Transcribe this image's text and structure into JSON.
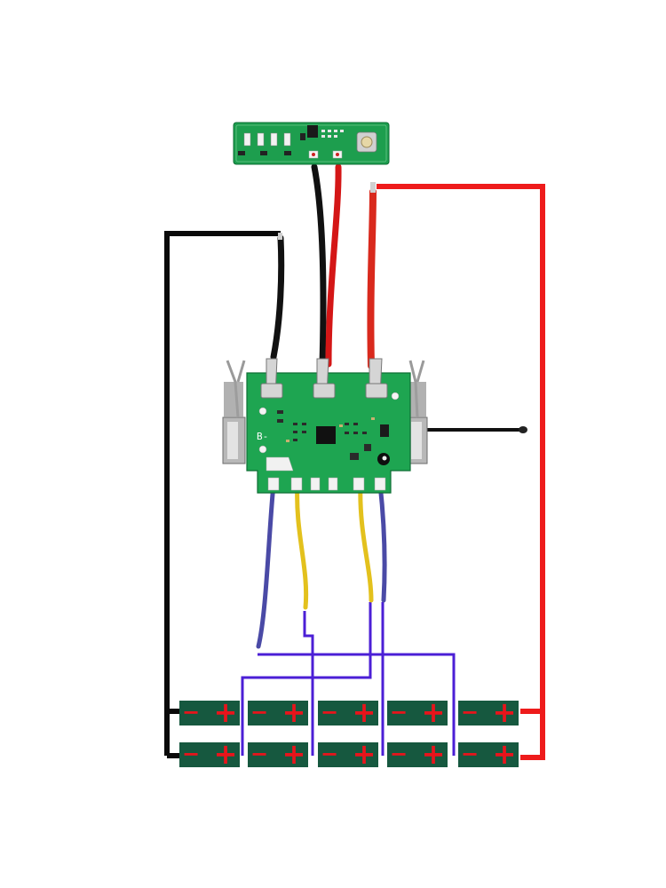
{
  "colors": {
    "pcb": "#1aa052",
    "pcb_dark": "#0f7a3c",
    "cell": "#16583f",
    "wire_red": "#ee1b1b",
    "wire_black": "#0a0a0a",
    "wire_purple": "#4b1fd6",
    "wire_yellow": "#e2c21c",
    "wire_blue": "#4b4ba8",
    "sign": "#e8141b"
  },
  "board": {
    "b_minus_label": "B-"
  },
  "cells": {
    "minus_sign": "−",
    "plus_sign": "+",
    "rows": [
      {
        "id": "top",
        "cells": [
          1,
          2,
          3,
          4,
          5
        ]
      },
      {
        "id": "bottom",
        "cells": [
          1,
          2,
          3,
          4,
          5
        ]
      }
    ]
  }
}
